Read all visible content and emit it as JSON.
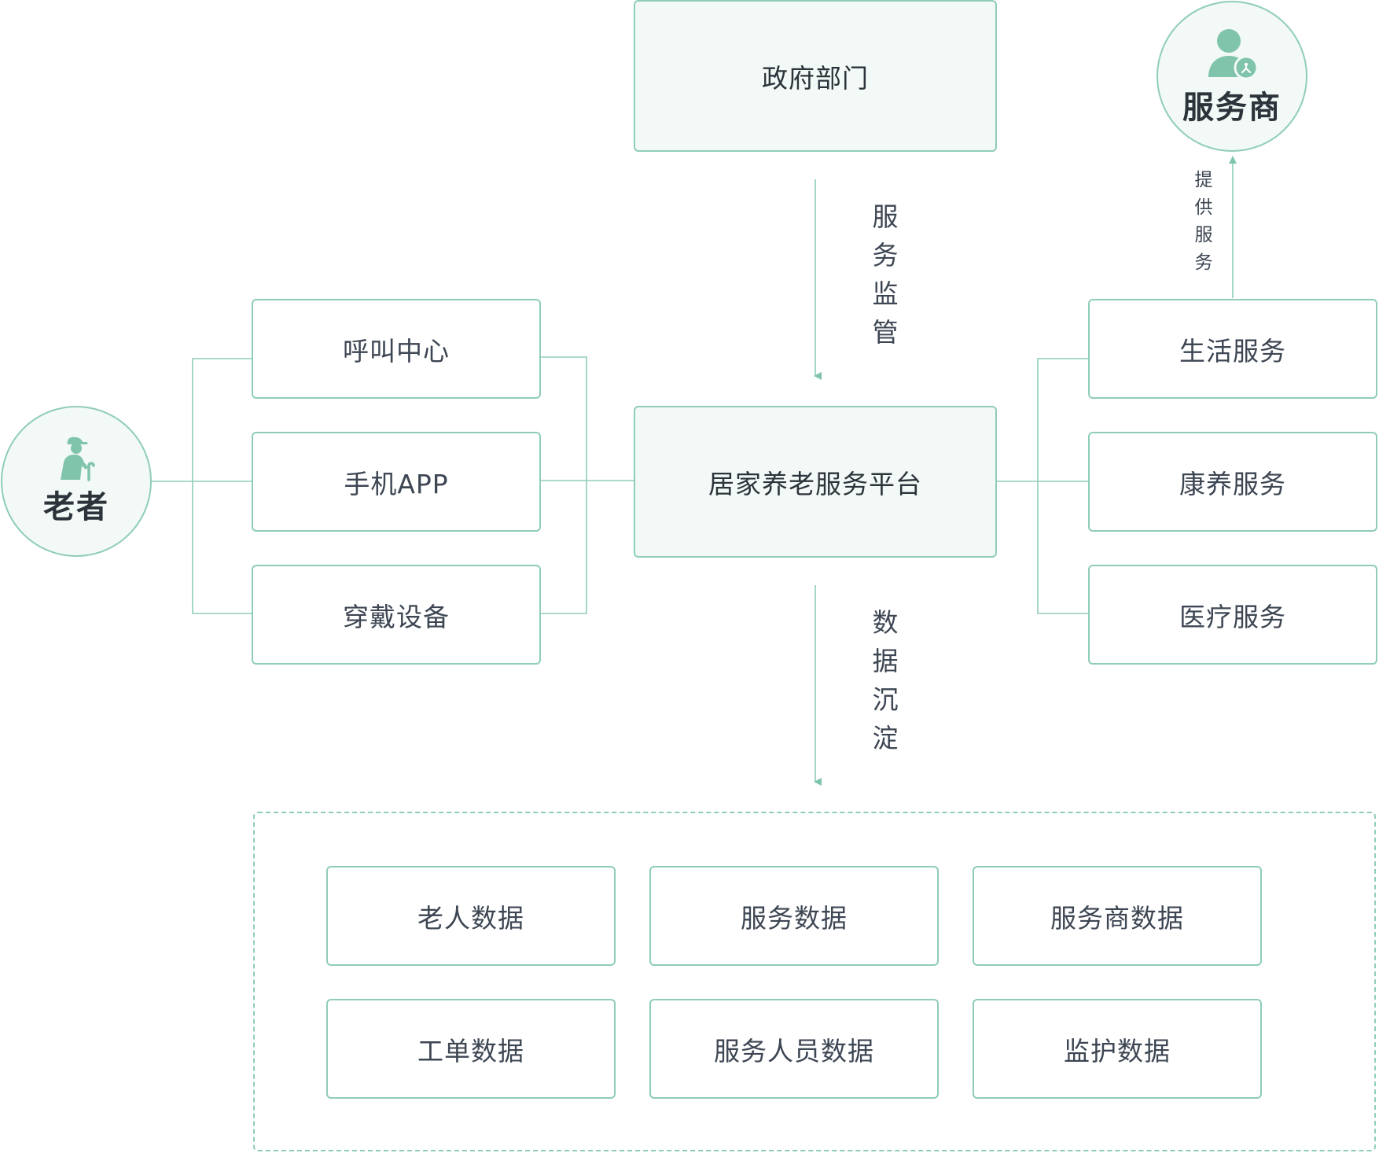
{
  "government": {
    "label": "政府部门"
  },
  "provider": {
    "label": "服务商",
    "icon": "service-provider-icon"
  },
  "elder": {
    "label": "老者",
    "icon": "elderly-person-icon"
  },
  "platform": {
    "label": "居家养老服务平台"
  },
  "channels": [
    {
      "label": "呼叫中心"
    },
    {
      "label": "手机APP"
    },
    {
      "label": "穿戴设备"
    }
  ],
  "services": [
    {
      "label": "生活服务"
    },
    {
      "label": "康养服务"
    },
    {
      "label": "医疗服务"
    }
  ],
  "flows": {
    "supervision": "服务监管",
    "provide": "提供服务",
    "data_settle": "数据沉淀"
  },
  "data_items": [
    {
      "label": "老人数据"
    },
    {
      "label": "服务数据"
    },
    {
      "label": "服务商数据"
    },
    {
      "label": "工单数据"
    },
    {
      "label": "服务人员数据"
    },
    {
      "label": "监护数据"
    }
  ],
  "colors": {
    "line": "#8fcdb7",
    "accent": "#7fc4ab",
    "fill": "#f2f9f6"
  }
}
